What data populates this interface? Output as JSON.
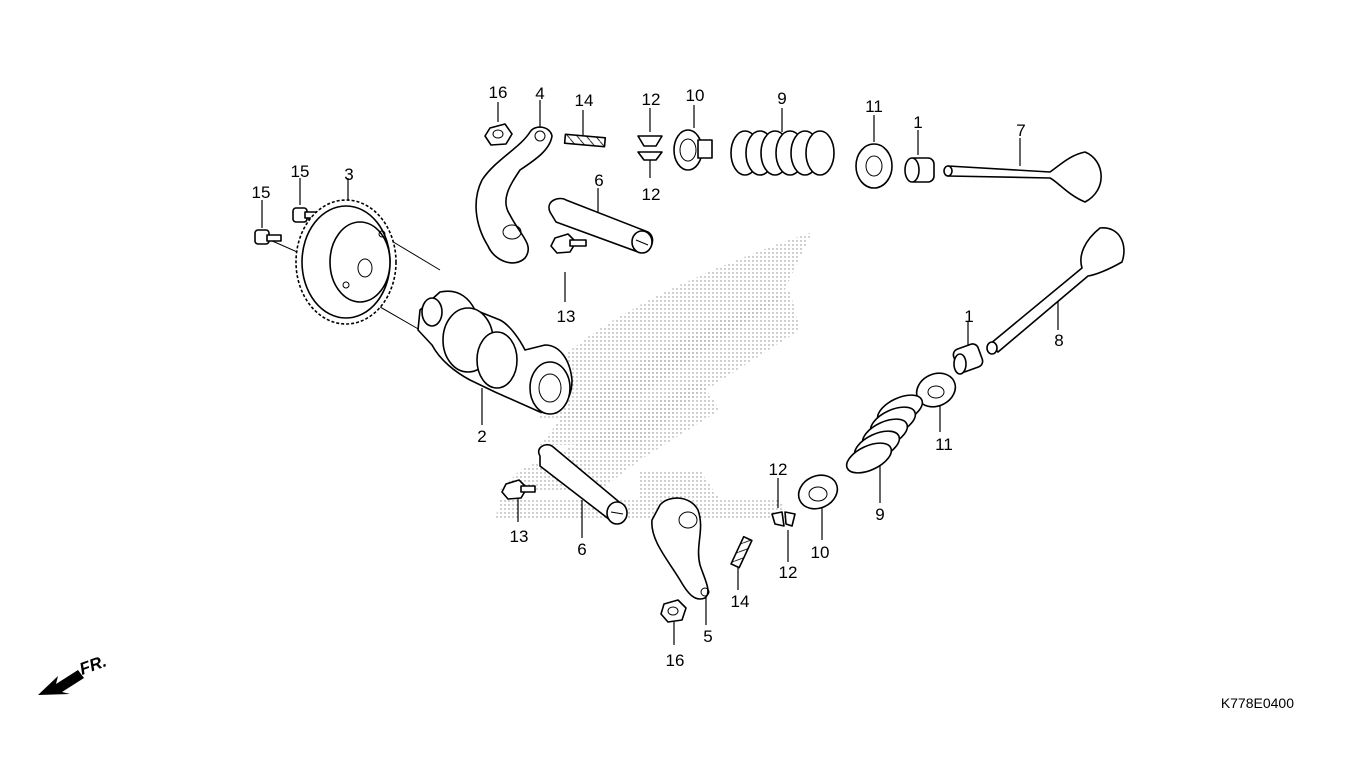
{
  "diagram": {
    "code": "K778E0400",
    "front_indicator": "FR.",
    "callouts": [
      {
        "id": "c1a",
        "text": "1"
      },
      {
        "id": "c1b",
        "text": "1"
      },
      {
        "id": "c2",
        "text": "2"
      },
      {
        "id": "c3",
        "text": "3"
      },
      {
        "id": "c4",
        "text": "4"
      },
      {
        "id": "c5",
        "text": "5"
      },
      {
        "id": "c6a",
        "text": "6"
      },
      {
        "id": "c6b",
        "text": "6"
      },
      {
        "id": "c7",
        "text": "7"
      },
      {
        "id": "c8",
        "text": "8"
      },
      {
        "id": "c9a",
        "text": "9"
      },
      {
        "id": "c9b",
        "text": "9"
      },
      {
        "id": "c10a",
        "text": "10"
      },
      {
        "id": "c10b",
        "text": "10"
      },
      {
        "id": "c11a",
        "text": "11"
      },
      {
        "id": "c11b",
        "text": "11"
      },
      {
        "id": "c12a",
        "text": "12"
      },
      {
        "id": "c12b",
        "text": "12"
      },
      {
        "id": "c12c",
        "text": "12"
      },
      {
        "id": "c12d",
        "text": "12"
      },
      {
        "id": "c13a",
        "text": "13"
      },
      {
        "id": "c13b",
        "text": "13"
      },
      {
        "id": "c14a",
        "text": "14"
      },
      {
        "id": "c14b",
        "text": "14"
      },
      {
        "id": "c15a",
        "text": "15"
      },
      {
        "id": "c15b",
        "text": "15"
      },
      {
        "id": "c16a",
        "text": "16"
      },
      {
        "id": "c16b",
        "text": "16"
      }
    ]
  }
}
